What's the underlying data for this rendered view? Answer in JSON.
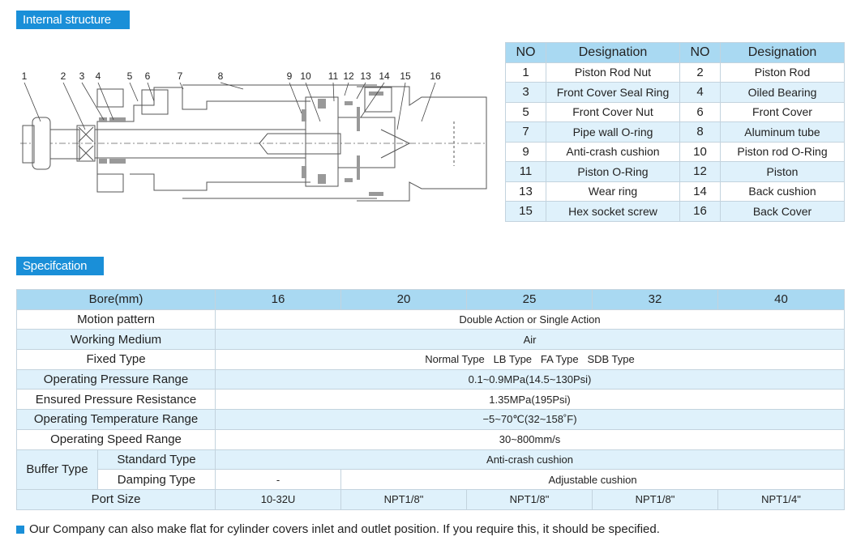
{
  "sections": {
    "internal": "Internal structure",
    "spec": "Specifcation"
  },
  "diagram": {
    "callouts": [
      "1",
      "2",
      "3",
      "4",
      "5",
      "6",
      "7",
      "8",
      "9",
      "10",
      "11",
      "12",
      "13",
      "14",
      "15",
      "16"
    ]
  },
  "parts_table": {
    "headers": [
      "NO",
      "Designation",
      "NO",
      "Designation"
    ],
    "rows": [
      [
        "1",
        "Piston Rod Nut",
        "2",
        "Piston Rod"
      ],
      [
        "3",
        "Front Cover Seal Ring",
        "4",
        "Oiled Bearing"
      ],
      [
        "5",
        "Front Cover Nut",
        "6",
        "Front Cover"
      ],
      [
        "7",
        "Pipe wall O-ring",
        "8",
        "Aluminum tube"
      ],
      [
        "9",
        "Anti-crash cushion",
        "10",
        "Piston rod O-Ring"
      ],
      [
        "11",
        "Piston  O-Ring",
        "12",
        "Piston"
      ],
      [
        "13",
        "Wear ring",
        "14",
        "Back cushion"
      ],
      [
        "15",
        "Hex socket screw",
        "16",
        "Back Cover"
      ]
    ]
  },
  "spec_table": {
    "bore_label": "Bore(mm)",
    "bores": [
      "16",
      "20",
      "25",
      "32",
      "40"
    ],
    "motion_pattern": {
      "label": "Motion pattern",
      "value": "Double Action or Single Action"
    },
    "working_medium": {
      "label": "Working Medium",
      "value": "Air"
    },
    "fixed_type": {
      "label": "Fixed Type",
      "value": "Normal Type   LB Type   FA Type   SDB Type"
    },
    "operating_pressure": {
      "label": "Operating Pressure Range",
      "value": "0.1~0.9MPa(14.5~130Psi)"
    },
    "ensured_pressure": {
      "label": "Ensured Pressure Resistance",
      "value": "1.35MPa(195Psi)"
    },
    "temperature": {
      "label": "Operating Temperature Range",
      "value": "−5~70℃(32~158˚F)"
    },
    "speed": {
      "label": "Operating Speed Range",
      "value": "30~800mm/s"
    },
    "buffer": {
      "label": "Buffer Type",
      "standard_label": "Standard Type",
      "standard_value": "Anti-crash cushion",
      "damping_label": "Damping Type",
      "damping_16": "-",
      "damping_value": "Adjustable cushion"
    },
    "port_size": {
      "label": "Port Size",
      "values": [
        "10-32U",
        "NPT1/8\"",
        "NPT1/8\"",
        "NPT1/8\"",
        "NPT1/4\""
      ]
    }
  },
  "footer_note": "Our Company can also make flat for cylinder covers inlet and outlet position. If you require this, it should be specified.",
  "colors": {
    "accent": "#1a8fd8",
    "header_blue": "#a9d9f2",
    "row_light": "#dff1fb"
  }
}
